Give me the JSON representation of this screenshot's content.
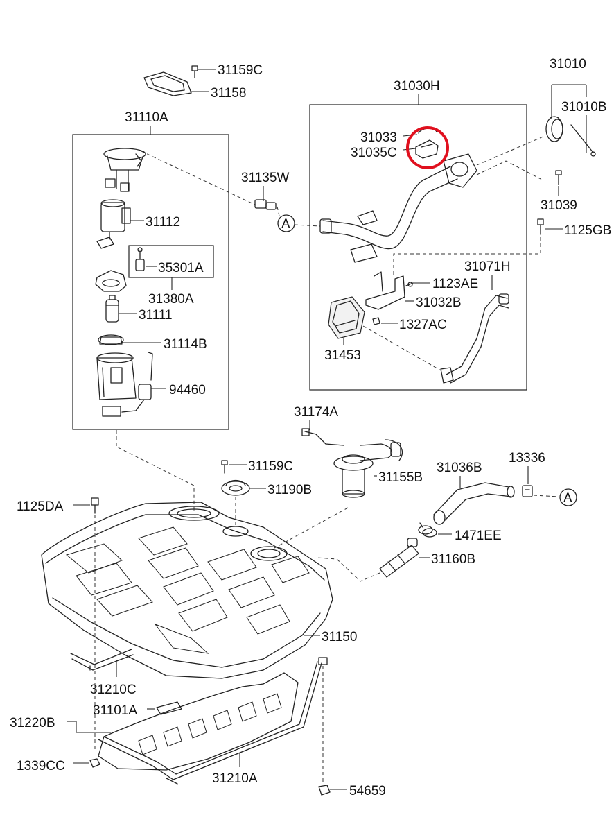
{
  "labels": {
    "l31159C_top": "31159C",
    "l31158": "31158",
    "l31110A": "31110A",
    "l31112": "31112",
    "l35301A": "35301A",
    "l31380A": "31380A",
    "l31111": "31111",
    "l31114B": "31114B",
    "l94460": "94460",
    "l31135W": "31135W",
    "l31030H": "31030H",
    "l31033": "31033",
    "l31035C": "31035C",
    "l31010": "31010",
    "l31010B": "31010B",
    "l31039": "31039",
    "l1125GB": "1125GB",
    "l31071H": "31071H",
    "l1123AE": "1123AE",
    "l31032B": "31032B",
    "l1327AC": "1327AC",
    "l31453": "31453",
    "l31174A": "31174A",
    "l31159C_mid": "31159C",
    "l31190B": "31190B",
    "l31155B": "31155B",
    "l31036B": "31036B",
    "l13336": "13336",
    "l1125DA": "1125DA",
    "l1471EE": "1471EE",
    "l31160B": "31160B",
    "l31150": "31150",
    "l31210C": "31210C",
    "l31220B": "31220B",
    "l31101A": "31101A",
    "l1339CC": "1339CC",
    "l31210A": "31210A",
    "l54659": "54659"
  },
  "connector_marks": {
    "left": "A",
    "right": "A"
  },
  "colors": {
    "line": "#222222",
    "highlight_circle": "#e0101e",
    "background": "#ffffff"
  },
  "highlighted_part": "31035C"
}
